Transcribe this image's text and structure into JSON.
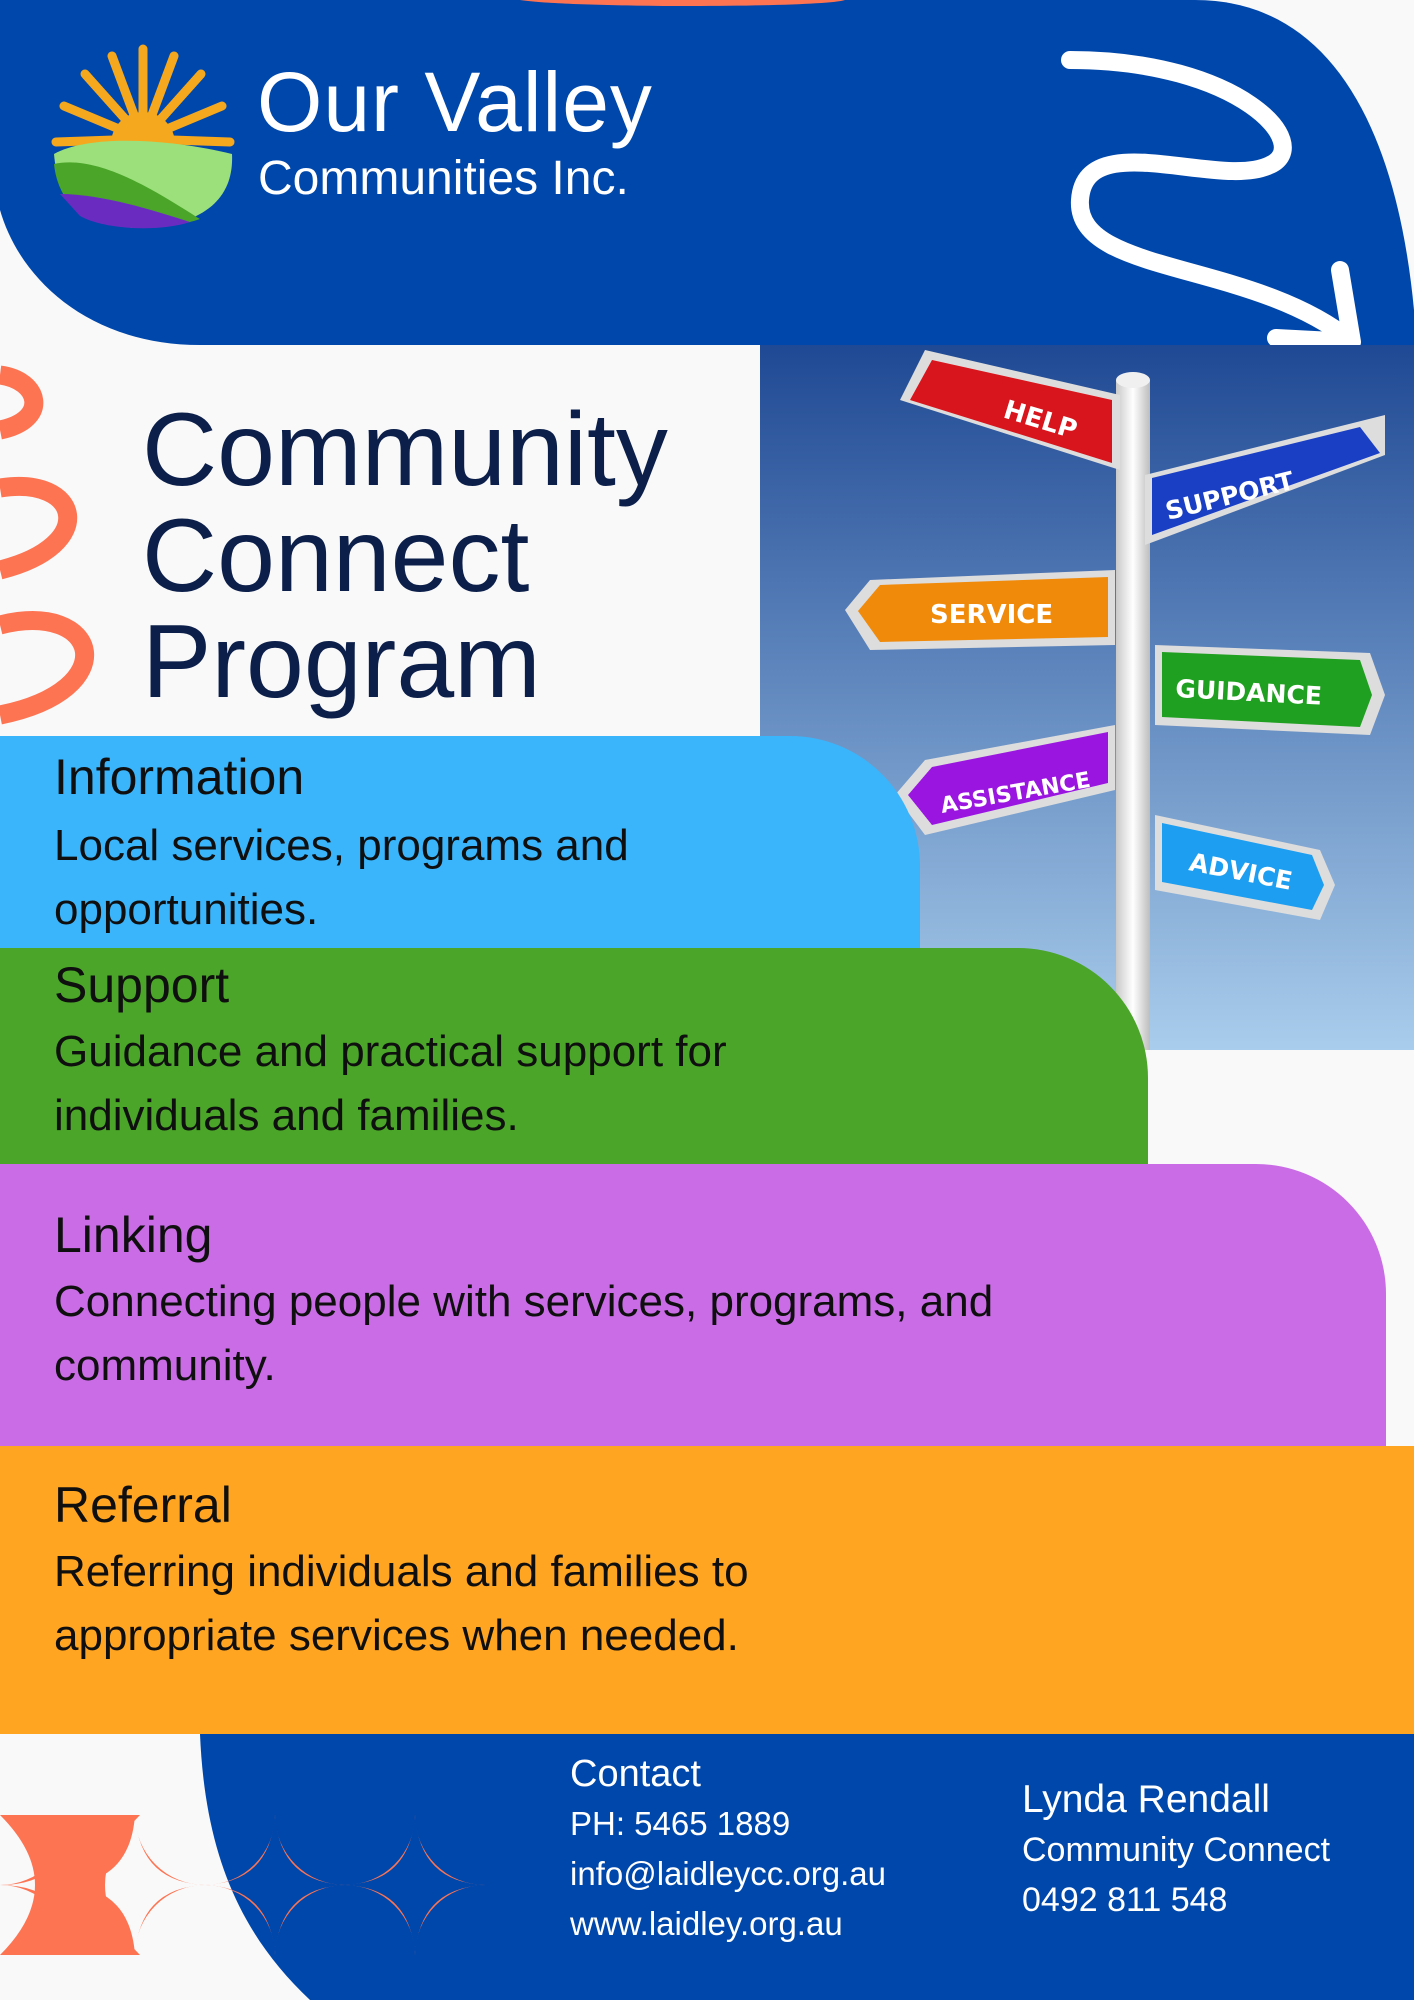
{
  "org": {
    "name_line1": "Our Valley",
    "name_line2": "Communities Inc."
  },
  "title": {
    "line1": "Community",
    "line2": "Connect",
    "line3": "Program"
  },
  "signpost": {
    "signs": [
      "HELP",
      "SUPPORT",
      "SERVICE",
      "GUIDANCE",
      "ASSISTANCE",
      "ADVICE"
    ]
  },
  "sections": [
    {
      "heading": "Information",
      "body": "Local services, programs and opportunities."
    },
    {
      "heading": "Support",
      "body": "Guidance and practical support for individuals and families."
    },
    {
      "heading": "Linking",
      "body": "Connecting people with services, programs, and community."
    },
    {
      "heading": "Referral",
      "body": "Referring individuals and families to appropriate services when needed."
    }
  ],
  "contact": {
    "heading": "Contact",
    "phone": "PH: 5465 1889",
    "email": "info@laidleycc.org.au",
    "website": "www.laidley.org.au"
  },
  "person": {
    "name": "Lynda Rendall",
    "role": "Community Connect",
    "phone": "0492 811 548"
  },
  "colors": {
    "navy": "#0047ab",
    "coral": "#fd7453",
    "info_blue": "#3ab5fb",
    "support_green": "#4aa528",
    "linking_purple": "#c96ce6",
    "referral_orange": "#ffa522"
  }
}
